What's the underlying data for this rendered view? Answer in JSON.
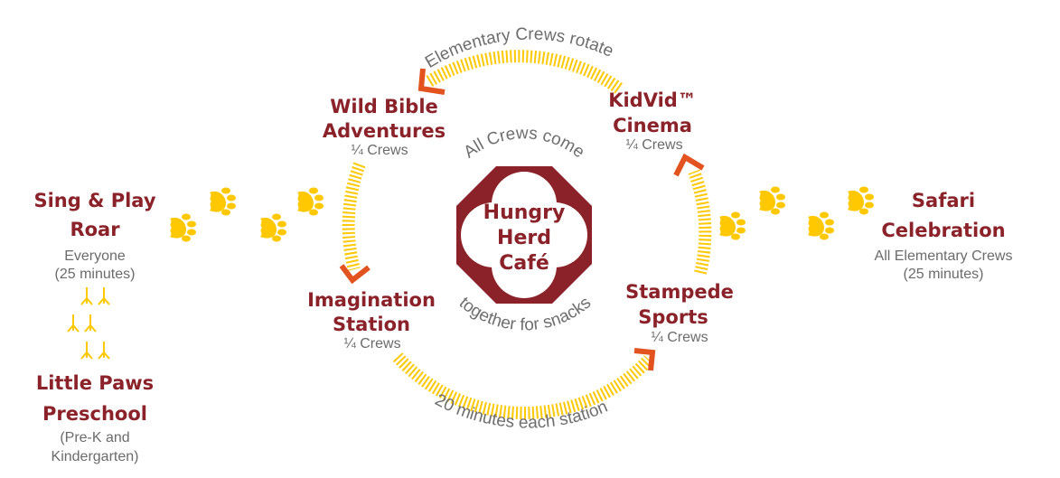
{
  "colors": {
    "heading": "#8b2229",
    "track": "#ffc800",
    "arrow": "#e2531f",
    "text": "#6b6b6b"
  },
  "start": {
    "title_line1": "Sing & Play",
    "title_line2": "Roar",
    "sub1": "Everyone",
    "sub2": "(25 minutes)"
  },
  "preschool": {
    "title_line1": "Little Paws",
    "title_line2": "Preschool",
    "sub1": "(Pre-K and",
    "sub2": "Kindergarten)"
  },
  "stations": {
    "wild_bible": {
      "line1": "Wild Bible",
      "line2": "Adventures",
      "sub": "¼ Crews"
    },
    "kidvid": {
      "line1": "KidVid™",
      "line2": "Cinema",
      "sub": "¼ Crews"
    },
    "imagination": {
      "line1": "Imagination",
      "line2": "Station",
      "sub": "¼ Crews"
    },
    "stampede": {
      "line1": "Stampede",
      "line2": "Sports",
      "sub": "¼ Crews"
    }
  },
  "center": {
    "line1": "Hungry",
    "line2": "Herd",
    "line3": "Café",
    "top_caption": "All Crews come",
    "bottom_caption": "together for snacks"
  },
  "cycle": {
    "top_caption": "Elementary Crews rotate",
    "bottom_caption": "20 minutes each station"
  },
  "finish": {
    "title_line1": "Safari",
    "title_line2": "Celebration",
    "sub1": "All Elementary Crews",
    "sub2": "(25 minutes)"
  },
  "icons": [
    "paw-print-icon",
    "bird-track-icon",
    "arrowhead-icon",
    "octagon-quatrefoil-icon"
  ]
}
